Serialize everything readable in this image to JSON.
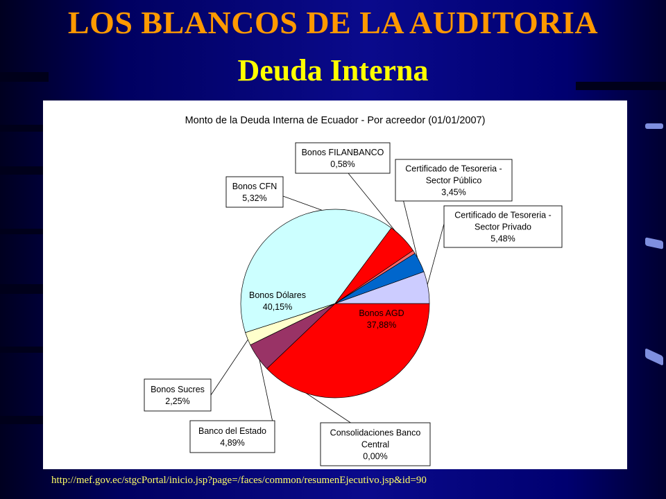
{
  "slide": {
    "title": "LOS BLANCOS DE LA AUDITORIA",
    "subtitle": "Deuda Interna",
    "source_url": "http://mef.gov.ec/stgcPortal/inicio.jsp?page=/faces/common/resumenEjecutivo.jsp&id=90"
  },
  "colors": {
    "title": "#ff9900",
    "subtitle": "#ffff00",
    "background": "#0a0a8c"
  },
  "chart_data": {
    "type": "pie",
    "title": "Monto de la Deuda Interna de Ecuador - Por acreedor (01/01/2007)",
    "series": [
      {
        "label": [
          "Bonos AGD",
          "37,88%"
        ],
        "value": 37.88,
        "color": "#ff0000"
      },
      {
        "label": [
          "Consolidaciones Banco",
          "Central",
          "0,00%"
        ],
        "value": 0.0,
        "color": "#ffffff"
      },
      {
        "label": [
          "Banco del Estado",
          "4,89%"
        ],
        "value": 4.89,
        "color": "#993366"
      },
      {
        "label": [
          "Bonos Sucres",
          "2,25%"
        ],
        "value": 2.25,
        "color": "#ffffcc"
      },
      {
        "label": [
          "Bonos Dólares",
          "40,15%"
        ],
        "value": 40.15,
        "color": "#ccffff"
      },
      {
        "label": [
          "Bonos CFN",
          "5,32%"
        ],
        "value": 5.32,
        "color": "#ff0000"
      },
      {
        "label": [
          "Bonos FILANBANCO",
          "0,58%"
        ],
        "value": 0.58,
        "color": "#ff6666"
      },
      {
        "label": [
          "Certificado de Tesoreria -",
          "Sector Público",
          "3,45%"
        ],
        "value": 3.45,
        "color": "#0066cc"
      },
      {
        "label": [
          "Certificado de Tesoreria -",
          "Sector Privado",
          "5,48%"
        ],
        "value": 5.48,
        "color": "#ccccff"
      }
    ]
  }
}
